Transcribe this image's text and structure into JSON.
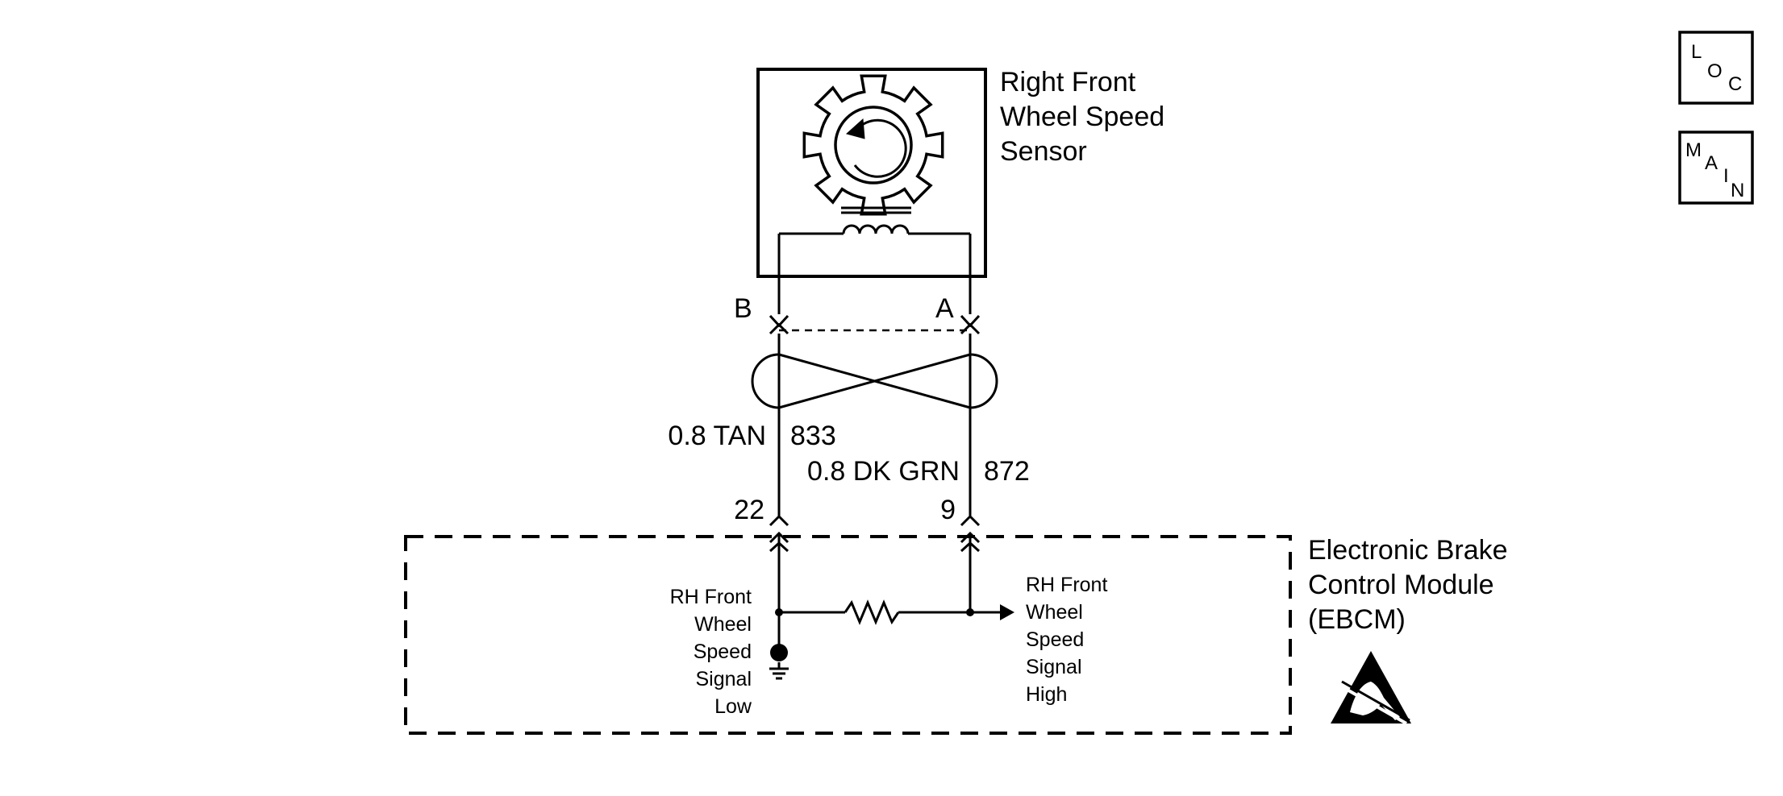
{
  "sensor": {
    "title_lines": [
      "Right Front",
      "Wheel Speed",
      "Sensor"
    ],
    "terminal_b": "B",
    "terminal_a": "A"
  },
  "wires": {
    "left": {
      "size_color": "0.8 TAN",
      "circuit": "833"
    },
    "right": {
      "size_color": "0.8 DK GRN",
      "circuit": "872"
    }
  },
  "module": {
    "title_lines": [
      "Electronic Brake",
      "Control Module",
      "(EBCM)"
    ],
    "pin_left": "22",
    "pin_right": "9",
    "signal_low_lines": [
      "RH Front",
      "Wheel",
      "Speed",
      "Signal",
      "Low"
    ],
    "signal_high_lines": [
      "RH Front",
      "Wheel",
      "Speed",
      "Signal",
      "High"
    ]
  },
  "nav": {
    "loc": {
      "l": "L",
      "o": "O",
      "c": "C"
    },
    "main": {
      "m": "M",
      "a": "A",
      "i": "I",
      "n": "N"
    }
  }
}
